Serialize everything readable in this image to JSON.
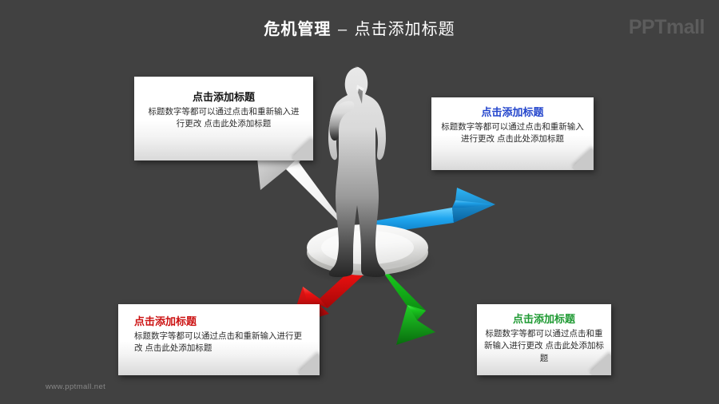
{
  "slide": {
    "background_color": "#414141",
    "title": {
      "strong": "危机管理",
      "dash": "–",
      "rest": "点击添加标题"
    },
    "logo": "PPTmall",
    "footer": "www.pptmall.net"
  },
  "boxes": {
    "top_left": {
      "title": "点击添加标题",
      "body": "标题数字等都可以通过点击和重新输入进行更改 点击此处添加标题",
      "title_color": "#141414",
      "arrow_color": "#ffffff",
      "arrow_direction": "up-left"
    },
    "top_right": {
      "title": "点击添加标题",
      "body": "标题数字等都可以通过点击和重新输入进行更改 点击此处添加标题",
      "title_color": "#2244cc",
      "arrow_color": "#1d9fe8",
      "arrow_direction": "up-right"
    },
    "bottom_left": {
      "title": "点击添加标题",
      "body": "标题数字等都可以通过点击和重新输入进行更改 点击此处添加标题",
      "title_color": "#cc1111",
      "arrow_color": "#ee1111",
      "arrow_direction": "down-left"
    },
    "bottom_right": {
      "title": "点击添加标题",
      "body": "标题数字等都可以通过点击和重新输入进行更改 点击此处添加标题",
      "title_color": "#1f9a33",
      "arrow_color": "#15c21a",
      "arrow_direction": "down-right"
    }
  },
  "center": {
    "figure": "businessman-thinking-silhouette",
    "platform": "white-ellipse-disc"
  }
}
